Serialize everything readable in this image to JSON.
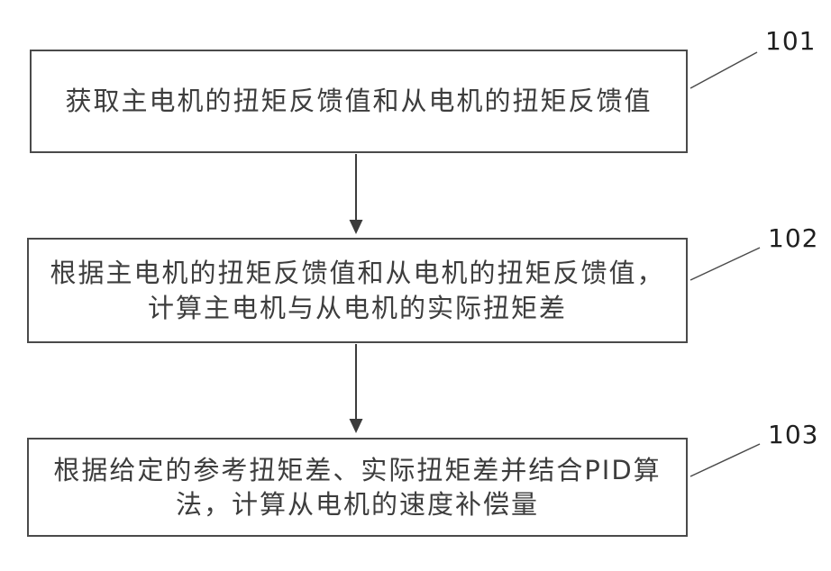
{
  "figure": {
    "type": "flowchart",
    "ink_color": "#3d3d3d",
    "border_color": "#4a4a4a",
    "background_color": "#ffffff",
    "steps": [
      {
        "ref": "101",
        "text": "获取主电机的扭矩反馈值和从电机的扭矩反馈值"
      },
      {
        "ref": "102",
        "text": "根据主电机的扭矩反馈值和从电机的扭矩反馈值，\n计算主电机与从电机的实际扭矩差"
      },
      {
        "ref": "103",
        "text": "根据给定的参考扭矩差、实际扭矩差并结合PID算\n法，计算从电机的速度补偿量"
      }
    ],
    "connections": [
      {
        "from": "101",
        "to": "102"
      },
      {
        "from": "102",
        "to": "103"
      }
    ]
  }
}
